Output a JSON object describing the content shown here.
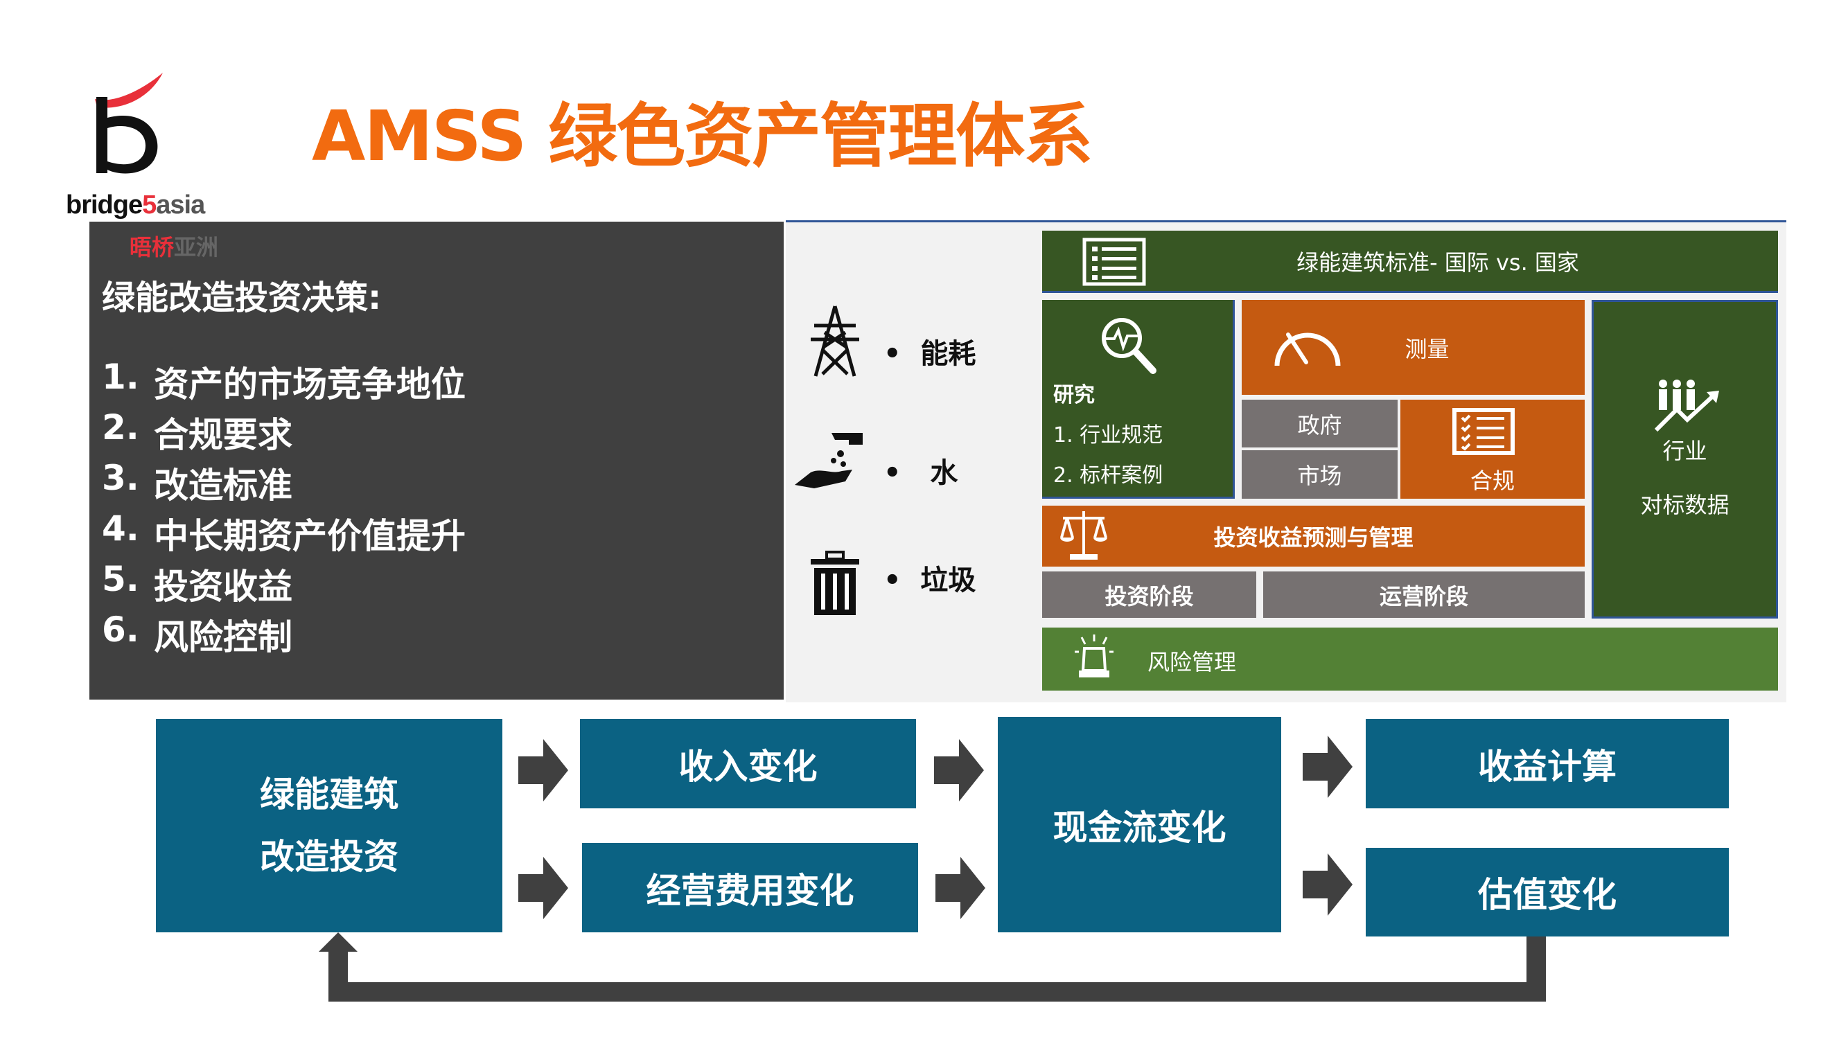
{
  "logo": {
    "text_en_1": "bridge",
    "text_en_5": "5",
    "text_en_2": "asia",
    "text_cn_red": "晤桥",
    "text_cn_gray": "亚洲"
  },
  "title": "AMSS 绿色资产管理体系",
  "colors": {
    "title": "#f26b10",
    "green": "#375623",
    "orange": "#c55a11",
    "gray": "#767171",
    "teal": "#0b6283",
    "light_green": "#538135",
    "dark_panel": "#404040"
  },
  "decision": {
    "heading": "绿能改造投资决策:",
    "items": [
      {
        "num": "1.",
        "text": "资产的市场竞争地位"
      },
      {
        "num": "2.",
        "text": "合规要求"
      },
      {
        "num": "3.",
        "text": "改造标准"
      },
      {
        "num": "4.",
        "text": "中长期资产价值提升"
      },
      {
        "num": "5.",
        "text": "投资收益"
      },
      {
        "num": "6.",
        "text": "风险控制"
      }
    ]
  },
  "resources": [
    {
      "icon": "power-tower-icon",
      "label": "能耗"
    },
    {
      "icon": "water-tap-icon",
      "label": "水"
    },
    {
      "icon": "trash-icon",
      "label": "垃圾"
    }
  ],
  "framework": {
    "standards": "绿能建筑标准- 国际 vs. 国家",
    "research": {
      "title": "研究",
      "items": [
        "1. 行业规范",
        "2. 标杆案例"
      ]
    },
    "measure": "测量",
    "government": "政府",
    "market": "市场",
    "compliance": "合规",
    "industry": "行业",
    "benchmark": "对标数据",
    "roi": "投资收益预测与管理",
    "invest_phase": "投资阶段",
    "operate_phase": "运营阶段",
    "risk": "风险管理"
  },
  "flow": {
    "start": [
      "绿能建筑",
      "改造投资"
    ],
    "income": "收入变化",
    "opex": "经营费用变化",
    "cashflow": "现金流变化",
    "return": "收益计算",
    "valuation": "估值变化"
  }
}
